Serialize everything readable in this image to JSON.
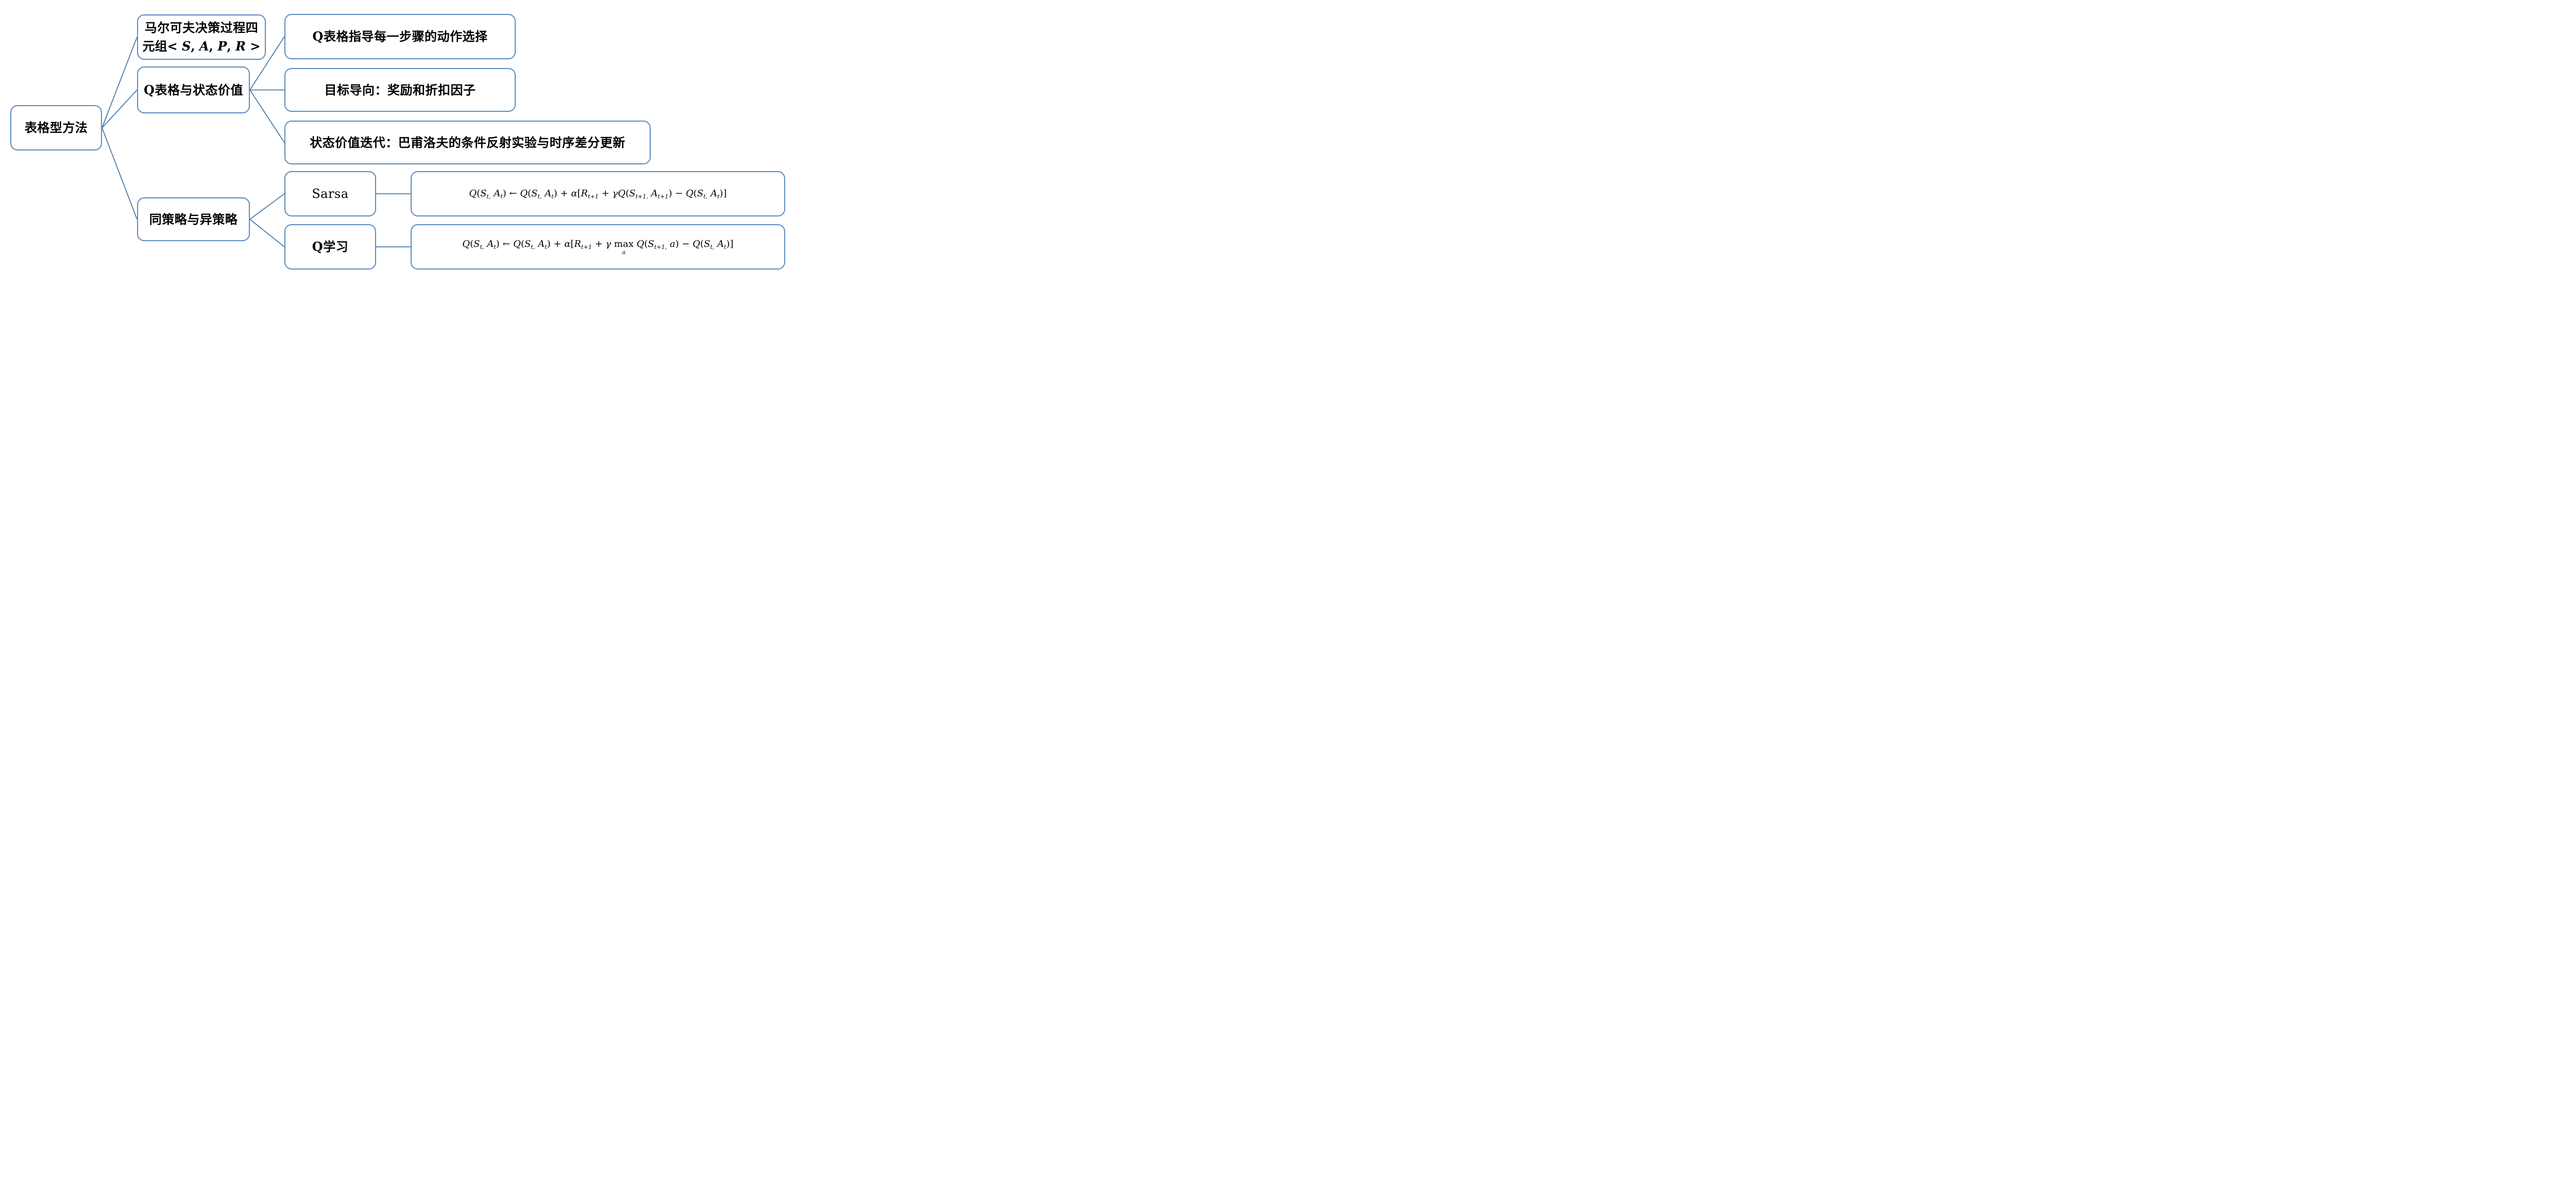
{
  "colors": {
    "accent": "#5b8abd",
    "line": "#4a7dad",
    "text": "#000000"
  },
  "nodes": {
    "root": {
      "label": "表格型方法"
    },
    "mdp": {
      "line1": "马尔可夫决策过程四",
      "line2_tokens": [
        {
          "t": "r",
          "v": "元组< "
        },
        {
          "t": "i",
          "v": "S"
        },
        {
          "t": "r",
          "v": ", "
        },
        {
          "t": "i",
          "v": "A"
        },
        {
          "t": "r",
          "v": ", "
        },
        {
          "t": "i",
          "v": "P"
        },
        {
          "t": "r",
          "v": ", "
        },
        {
          "t": "i",
          "v": "R"
        },
        {
          "t": "r",
          "v": " >"
        }
      ]
    },
    "qtable": {
      "label": "Q表格与状态价值"
    },
    "policy": {
      "label": "同策略与异策略"
    },
    "leaf_action": {
      "label": "Q表格指导每一步骤的动作选择"
    },
    "leaf_goal": {
      "label": "目标导向：奖励和折扣因子"
    },
    "leaf_valueiter": {
      "label": "状态价值迭代：巴甫洛夫的条件反射实验与时序差分更新"
    },
    "sarsa": {
      "label": "Sarsa"
    },
    "qlearning": {
      "label": "Q学习"
    },
    "sarsa_formula": {
      "tokens": [
        {
          "t": "i",
          "v": "Q"
        },
        {
          "t": "r",
          "v": "("
        },
        {
          "t": "i",
          "v": "S"
        },
        {
          "t": "s",
          "v": "t,"
        },
        {
          "t": "r",
          "v": " "
        },
        {
          "t": "i",
          "v": "A"
        },
        {
          "t": "s",
          "v": "t"
        },
        {
          "t": "r",
          "v": ") ← "
        },
        {
          "t": "i",
          "v": "Q"
        },
        {
          "t": "r",
          "v": "("
        },
        {
          "t": "i",
          "v": "S"
        },
        {
          "t": "s",
          "v": "t,"
        },
        {
          "t": "r",
          "v": " "
        },
        {
          "t": "i",
          "v": "A"
        },
        {
          "t": "s",
          "v": "t"
        },
        {
          "t": "r",
          "v": ") + "
        },
        {
          "t": "i",
          "v": "α"
        },
        {
          "t": "r",
          "v": "["
        },
        {
          "t": "i",
          "v": "R"
        },
        {
          "t": "s",
          "v": "t+1"
        },
        {
          "t": "r",
          "v": " + "
        },
        {
          "t": "i",
          "v": "γ"
        },
        {
          "t": "i",
          "v": "Q"
        },
        {
          "t": "r",
          "v": "("
        },
        {
          "t": "i",
          "v": "S"
        },
        {
          "t": "s",
          "v": "t+1,"
        },
        {
          "t": "r",
          "v": " "
        },
        {
          "t": "i",
          "v": "A"
        },
        {
          "t": "s",
          "v": "t+1"
        },
        {
          "t": "r",
          "v": ") − "
        },
        {
          "t": "i",
          "v": "Q"
        },
        {
          "t": "r",
          "v": "("
        },
        {
          "t": "i",
          "v": "S"
        },
        {
          "t": "s",
          "v": "t,"
        },
        {
          "t": "r",
          "v": " "
        },
        {
          "t": "i",
          "v": "A"
        },
        {
          "t": "s",
          "v": "t"
        },
        {
          "t": "r",
          "v": ")]"
        }
      ]
    },
    "qlearning_formula": {
      "tokens": [
        {
          "t": "i",
          "v": "Q"
        },
        {
          "t": "r",
          "v": "("
        },
        {
          "t": "i",
          "v": "S"
        },
        {
          "t": "s",
          "v": "t,"
        },
        {
          "t": "r",
          "v": " "
        },
        {
          "t": "i",
          "v": "A"
        },
        {
          "t": "s",
          "v": "t"
        },
        {
          "t": "r",
          "v": ") ← "
        },
        {
          "t": "i",
          "v": "Q"
        },
        {
          "t": "r",
          "v": "("
        },
        {
          "t": "i",
          "v": "S"
        },
        {
          "t": "s",
          "v": "t,"
        },
        {
          "t": "r",
          "v": " "
        },
        {
          "t": "i",
          "v": "A"
        },
        {
          "t": "s",
          "v": "t"
        },
        {
          "t": "r",
          "v": ") + "
        },
        {
          "t": "i",
          "v": "α"
        },
        {
          "t": "r",
          "v": "["
        },
        {
          "t": "i",
          "v": "R"
        },
        {
          "t": "s",
          "v": "t+1"
        },
        {
          "t": "r",
          "v": " + "
        },
        {
          "t": "i",
          "v": "γ"
        },
        {
          "t": "r",
          "v": " "
        },
        {
          "t": "m",
          "base": "max",
          "under": "a"
        },
        {
          "t": "r",
          "v": " "
        },
        {
          "t": "i",
          "v": "Q"
        },
        {
          "t": "r",
          "v": "("
        },
        {
          "t": "i",
          "v": "S"
        },
        {
          "t": "s",
          "v": "t+1,"
        },
        {
          "t": "r",
          "v": " "
        },
        {
          "t": "i",
          "v": "a"
        },
        {
          "t": "r",
          "v": ") − "
        },
        {
          "t": "i",
          "v": "Q"
        },
        {
          "t": "r",
          "v": "("
        },
        {
          "t": "i",
          "v": "S"
        },
        {
          "t": "s",
          "v": "t,"
        },
        {
          "t": "r",
          "v": " "
        },
        {
          "t": "i",
          "v": "A"
        },
        {
          "t": "s",
          "v": "t"
        },
        {
          "t": "r",
          "v": ")]"
        }
      ]
    }
  },
  "edges": [
    {
      "from": "root",
      "to": "mdp"
    },
    {
      "from": "root",
      "to": "qtable"
    },
    {
      "from": "root",
      "to": "policy"
    },
    {
      "from": "qtable",
      "to": "leaf_action"
    },
    {
      "from": "qtable",
      "to": "leaf_goal"
    },
    {
      "from": "qtable",
      "to": "leaf_valueiter"
    },
    {
      "from": "policy",
      "to": "sarsa"
    },
    {
      "from": "policy",
      "to": "qlearning"
    },
    {
      "from": "sarsa",
      "to": "sarsa_formula"
    },
    {
      "from": "qlearning",
      "to": "qlearning_formula"
    }
  ]
}
